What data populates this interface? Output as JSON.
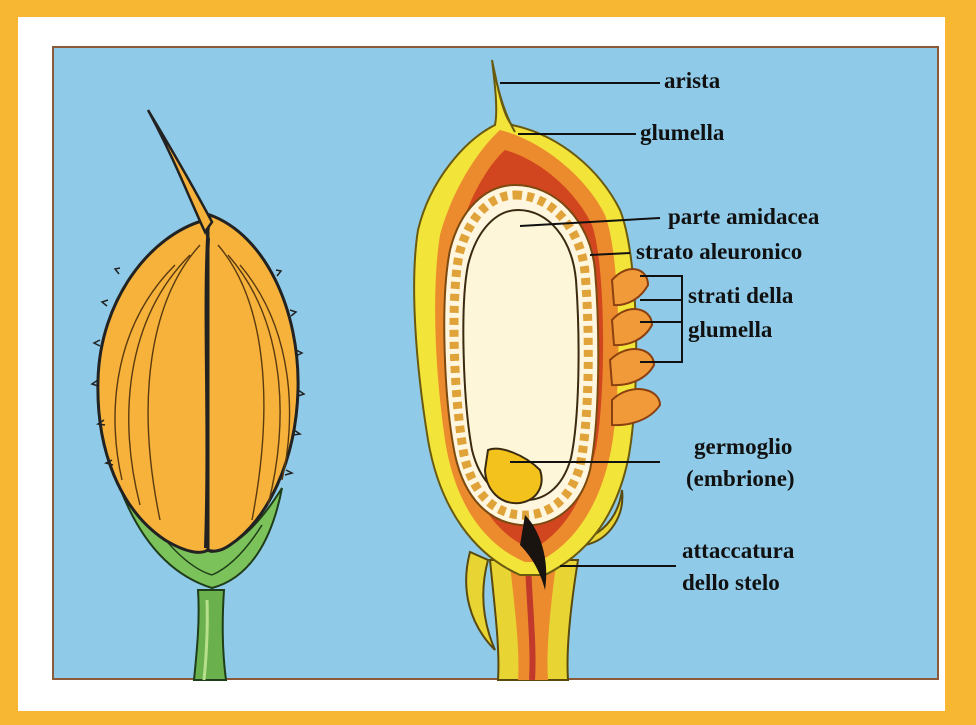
{
  "labels": {
    "arista": "arista",
    "glumella_top": "glumella",
    "parte_amidacea": "parte amidacea",
    "strato_aleuronico": "strato aleuronico",
    "strati_line1": "strati della",
    "strati_line2": "glumella",
    "germoglio_line1": "germoglio",
    "germoglio_line2": "(embrione)",
    "attaccatura_line1": "attaccatura",
    "attaccatura_line2": "dello stelo"
  },
  "colors": {
    "border": "#f7b733",
    "background": "#8fcbe9",
    "husk": "#f6b23a",
    "stem": "#6ab04c",
    "endosperm": "#fdf6d8"
  }
}
